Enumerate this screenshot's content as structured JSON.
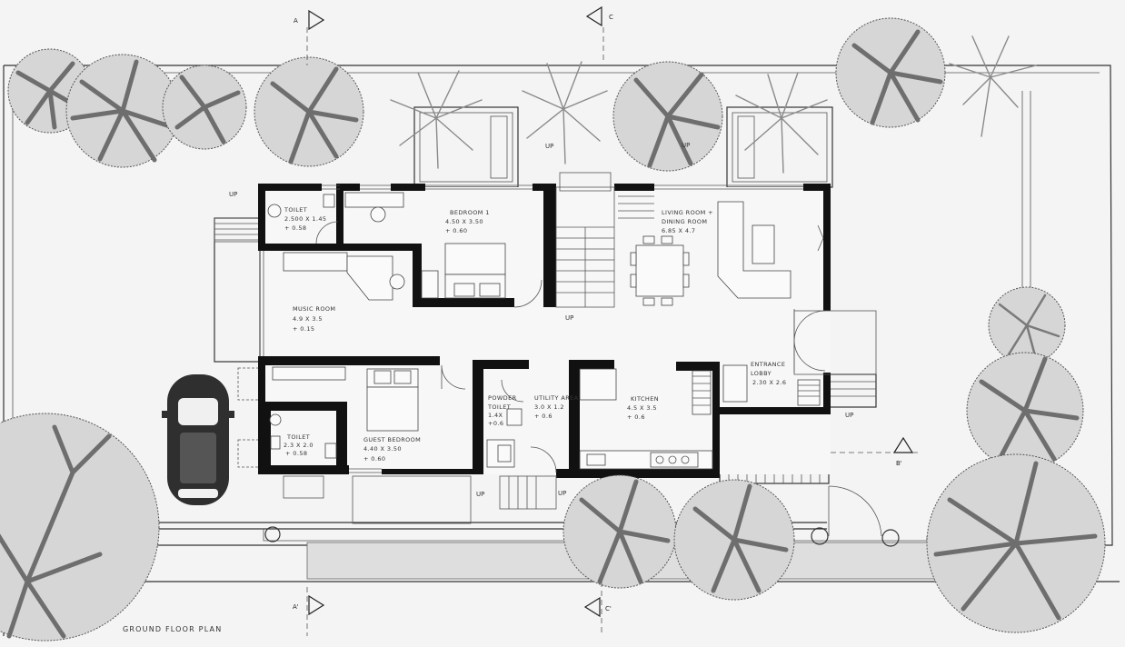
{
  "plan_title": "GROUND FLOOR PLAN",
  "sections": {
    "a_top": "A",
    "a_bottom": "A'",
    "c_top": "C",
    "c_bottom": "C'",
    "b_right": "B'"
  },
  "rooms": {
    "toilet_1": {
      "name": "TOILET",
      "size": "2.500 X 1.45",
      "level": "+ 0.58"
    },
    "bedroom_1": {
      "name": "BEDROOM 1",
      "size": "4.50 X 3.50",
      "level": "+ 0.60"
    },
    "living": {
      "name": "LIVING ROOM +",
      "name2": "DINING ROOM",
      "size": "6.85 X 4.7"
    },
    "music": {
      "name": "MUSIC ROOM",
      "size": "4.9 X 3.5",
      "level": "+ 0.15"
    },
    "powder": {
      "name": "POWDER",
      "name2": "TOILET",
      "size": "1.4X",
      "level": "+0.6"
    },
    "utility": {
      "name": "UTILITY AREA",
      "size": "3.0 X 1.2",
      "level": "+ 0.6"
    },
    "kitchen": {
      "name": "KITCHEN",
      "size": "4.5 X 3.5",
      "level": "+ 0.6"
    },
    "entrance": {
      "name": "ENTRANCE",
      "name2": "LOBBY",
      "size": "2.30 X 2.6"
    },
    "toilet_2": {
      "name": "TOILET",
      "size": "2.3 X 2.0",
      "level": "+ 0.58"
    },
    "guest": {
      "name": "GUEST BEDROOM",
      "size": "4.40 X 3.50",
      "level": "+ 0.60"
    }
  },
  "stair_labels": [
    "UP",
    "UP",
    "UP",
    "UP",
    "UP",
    "UP",
    "UP"
  ]
}
